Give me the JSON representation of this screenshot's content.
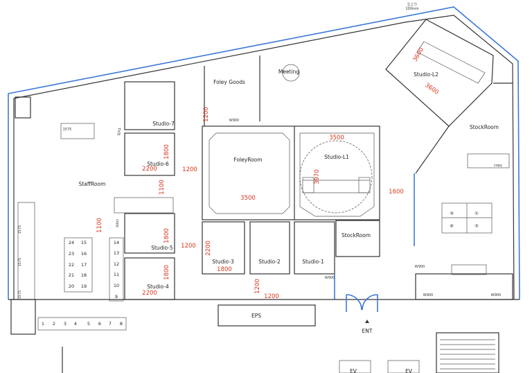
{
  "plan": {
    "rooms": [
      "StaffRoom",
      "Studio-7",
      "Studio-6",
      "Studio-5",
      "Studio-4",
      "Studio-3",
      "Studio-2",
      "Studio-1",
      "FoleyRoom",
      "Studio-L1",
      "Studio-L2",
      "StockRoom",
      "StockRoom",
      "Foley Goods",
      "Meeting",
      "EPS",
      "ENT",
      "EV",
      "EV"
    ],
    "dimensions": [
      "1200",
      "2200",
      "1800",
      "1200",
      "1100",
      "1100",
      "1800",
      "1200",
      "1800",
      "2200",
      "1200",
      "3500",
      "3500",
      "3970",
      "1600",
      "2200",
      "1800",
      "1200",
      "3600",
      "3600"
    ],
    "small_labels": [
      "1575",
      "1575",
      "1575",
      "1575",
      "TV台",
      "copy",
      "copy",
      "W900",
      "W900",
      "W900",
      "W900",
      "W900",
      "立上り",
      "100mm"
    ],
    "seats": [
      "1",
      "2",
      "3",
      "4",
      "5",
      "6",
      "7",
      "8",
      "9",
      "10",
      "11",
      "12",
      "13",
      "14",
      "15",
      "16",
      "17",
      "18",
      "19",
      "20",
      "21",
      "22",
      "23",
      "24"
    ],
    "right_desks": [
      "③",
      "①",
      "④",
      "②"
    ]
  },
  "colors": {
    "wall": "#333333",
    "glass": "#3b78d8",
    "dimension": "#d9351c"
  }
}
